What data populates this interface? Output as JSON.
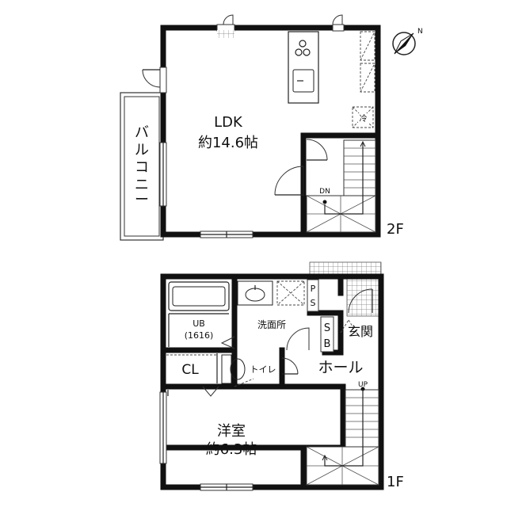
{
  "floors": {
    "upper": {
      "floor_label": "2F",
      "ldk_name": "LDK",
      "ldk_size": "約14.6帖",
      "balcony": [
        "バ",
        "ル",
        "コ",
        "ニ",
        "ー"
      ],
      "fridge_mark": "冷",
      "stair_mark": "DN"
    },
    "lower": {
      "floor_label": "1F",
      "ub_name": "UB",
      "ub_size": "(1616)",
      "washroom": "洗面所",
      "ps_letters": [
        "P",
        "S"
      ],
      "sb_letters": [
        "S",
        "B"
      ],
      "entrance": "玄関",
      "hall": "ホール",
      "closet": "CL",
      "toilet": "トイレ",
      "western_room_name": "洋室",
      "western_room_size": "約6.3帖",
      "stair_mark": "UP"
    }
  },
  "compass": {
    "north_mark": "N"
  }
}
